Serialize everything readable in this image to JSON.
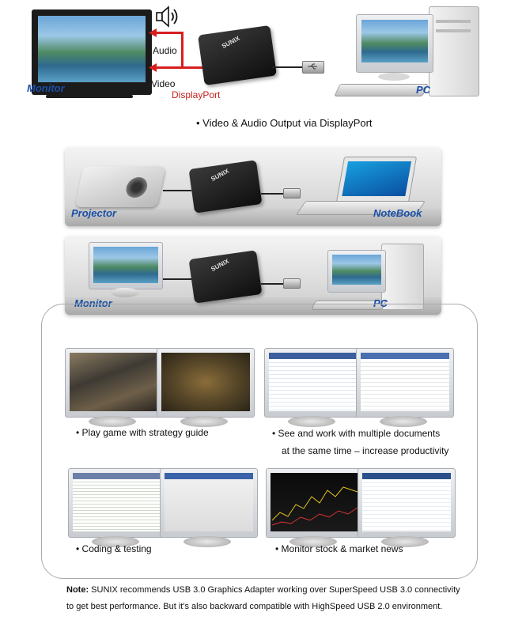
{
  "top_diagram": {
    "monitor_label": "Monitor",
    "audio_label": "Audio",
    "video_label": "Video",
    "displayport_label": "DisplayPort",
    "pc_label": "PC",
    "adapter_logo": "SUNIX"
  },
  "caption_top": "• Video & Audio Output via DisplayPort",
  "panel_projector": {
    "left_label": "Projector",
    "right_label": "NoteBook"
  },
  "panel_monitor": {
    "left_label": "Monitor",
    "right_label": "PC"
  },
  "usage": [
    {
      "caption": "• Play game with strategy guide"
    },
    {
      "caption_line1": "• See and work with multiple documents",
      "caption_line2": "at the same time – increase productivity"
    },
    {
      "caption": "• Coding & testing"
    },
    {
      "caption": "• Monitor stock & market news"
    }
  ],
  "note": {
    "prefix": "Note:",
    "line1": " SUNIX recommends USB 3.0 Graphics Adapter working over SuperSpeed USB 3.0 connectivity",
    "line2": "to get best performance. But it's also backward compatible with HighSpeed USB 2.0 environment."
  }
}
